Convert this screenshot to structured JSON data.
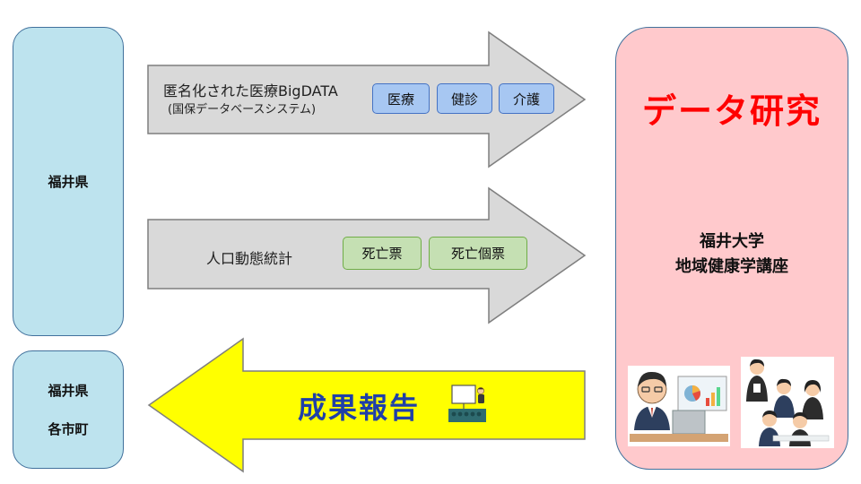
{
  "left": {
    "pref_label": "福井県",
    "pref_label_2": "福井県",
    "municipalities_label": "各市町"
  },
  "arrows": {
    "top": {
      "title": "匿名化された医療BigDATA",
      "subtitle": "(国保データベースシステム)",
      "chips": [
        "医療",
        "健診",
        "介護"
      ]
    },
    "middle": {
      "title": "人口動態統計",
      "chips": [
        "死亡票",
        "死亡個票"
      ]
    },
    "bottom": {
      "label": "成果報告"
    }
  },
  "right": {
    "title": "データ研究",
    "university": "福井大学",
    "department": "地域健康学講座"
  },
  "colors": {
    "arrow_gray": "#d9d9d9",
    "arrow_yellow": "#ffff00",
    "left_panel": "#bde3ee",
    "right_panel": "#ffc9cc",
    "title_red": "#ff0000",
    "report_blue": "#1f3fa8"
  }
}
